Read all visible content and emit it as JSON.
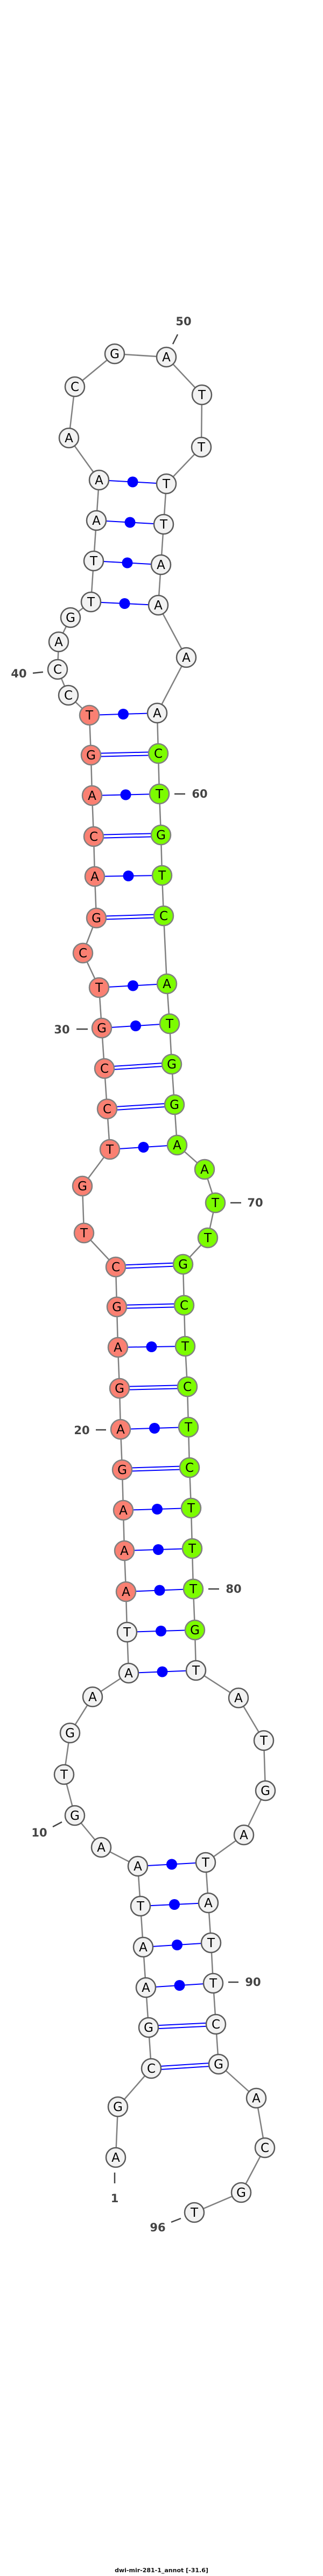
{
  "title": "dwi-mir-281-1_annot [-31.6]",
  "chart_data": {
    "type": "rna-secondary-structure",
    "title": "dwi-mir-281-1_annot [-31.6]",
    "sequence": [
      "A",
      "G",
      "C",
      "G",
      "A",
      "A",
      "T",
      "A",
      "A",
      "G",
      "T",
      "G",
      "A",
      "A",
      "T",
      "A",
      "A",
      "A",
      "G",
      "A",
      "G",
      "A",
      "G",
      "C",
      "T",
      "G",
      "T",
      "C",
      "C",
      "G",
      "T",
      "C",
      "G",
      "A",
      "C",
      "A",
      "G",
      "T",
      "C",
      "C",
      "A",
      "G",
      "T",
      "T",
      "A",
      "A",
      "A",
      "C",
      "G",
      "A",
      "T",
      "T",
      "T",
      "T",
      "A",
      "A",
      "A",
      "A",
      "C",
      "T",
      "G",
      "T",
      "C",
      "A",
      "T",
      "G",
      "G",
      "A",
      "A",
      "T",
      "T",
      "G",
      "C",
      "T",
      "C",
      "T",
      "C",
      "T",
      "T",
      "T",
      "G",
      "T",
      "A",
      "T",
      "G",
      "A",
      "T",
      "A",
      "T",
      "T",
      "C",
      "G",
      "A",
      "C",
      "G",
      "T"
    ],
    "pairs": [
      [
        3,
        92
      ],
      [
        4,
        91
      ],
      [
        5,
        90
      ],
      [
        6,
        89
      ],
      [
        7,
        88
      ],
      [
        8,
        87
      ],
      [
        14,
        82
      ],
      [
        15,
        81
      ],
      [
        16,
        80
      ],
      [
        17,
        79
      ],
      [
        18,
        78
      ],
      [
        19,
        77
      ],
      [
        20,
        76
      ],
      [
        21,
        75
      ],
      [
        22,
        74
      ],
      [
        23,
        73
      ],
      [
        24,
        72
      ],
      [
        27,
        68
      ],
      [
        28,
        67
      ],
      [
        29,
        66
      ],
      [
        30,
        65
      ],
      [
        31,
        64
      ],
      [
        33,
        63
      ],
      [
        34,
        62
      ],
      [
        35,
        61
      ],
      [
        36,
        60
      ],
      [
        37,
        59
      ],
      [
        38,
        58
      ],
      [
        43,
        56
      ],
      [
        44,
        55
      ],
      [
        45,
        54
      ],
      [
        46,
        53
      ]
    ],
    "highlight_ranges": [
      {
        "from": 16,
        "to": 38,
        "color": "#fa8072"
      },
      {
        "from": 59,
        "to": 81,
        "color": "#7cfc00"
      }
    ],
    "position_labels": [
      "1",
      "10",
      "20",
      "30",
      "40",
      "50",
      "60",
      "70",
      "80",
      "90",
      "96"
    ],
    "colors": {
      "default_fill": "#f2f2f2",
      "pair_line": "#0000ff",
      "backbone": "#808080",
      "label": "#444444"
    }
  }
}
